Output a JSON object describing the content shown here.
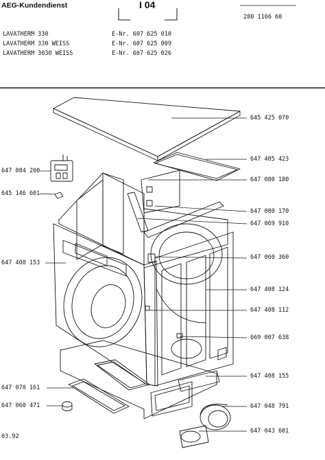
{
  "header": {
    "brand": "AEG-Kundendienst",
    "section": "I 04",
    "doc_number": "280 1166 60",
    "models": [
      {
        "name": "LAVATHERM 330",
        "enr": "E-Nr. 607 625 010"
      },
      {
        "name": "LAVATHERM 330 WEISS",
        "enr": "E-Nr. 607 625 009"
      },
      {
        "name": "LAVATHERM 3030 WEISS",
        "enr": "E-Nr. 607 625 026"
      }
    ]
  },
  "parts": {
    "right": [
      "645 425 070",
      "647 405 423",
      "647 080 180",
      "647 080 170",
      "647 069 910",
      "647 060 360",
      "647 408 124",
      "647 408 112",
      "669 007 638",
      "647 408 155",
      "647 048 791",
      "647 043 601"
    ],
    "left": [
      "647 084 200",
      "645 146 601",
      "647 408 153",
      "647 070 161",
      "647 060 471"
    ]
  },
  "footer": {
    "date": "03.92"
  }
}
